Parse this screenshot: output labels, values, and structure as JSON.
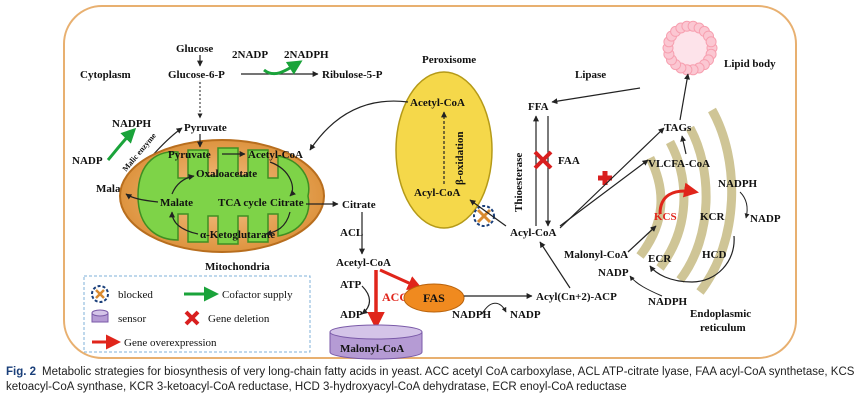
{
  "figure": {
    "compartments": {
      "cytoplasm": "Cytoplasm",
      "peroxisome": "Peroxisome",
      "mitochondria": "Mitochondria",
      "er": [
        "Endoplasmic",
        "reticulum"
      ],
      "lipid_body": "Lipid body"
    },
    "metabolites": {
      "glucose": "Glucose",
      "g6p": "Glucose-6-P",
      "ribulose": "Ribulose-5-P",
      "nadp_2": "2NADP",
      "nadph_2": "2NADPH",
      "nadph_top": "NADPH",
      "pyruvate_cyto": "Pyruvate",
      "nadp_left": "NADP",
      "malate_cyto": "Malate",
      "pyruvate_mito": "Pyruvate",
      "acetylcoa_mito": "Acetyl-CoA",
      "oxaloacetate": "Oxaloacetate",
      "malate_mito": "Malate",
      "tca": "TCA cycle",
      "citrate_mito": "Citrate",
      "akg": "α-Ketoglutarate",
      "citrate_cyto": "Citrate",
      "acl": "ACL",
      "acetylcoa_cyto": "Acetyl-CoA",
      "atp": "ATP",
      "adp": "ADP",
      "acc": "ACC",
      "fas": "FAS",
      "malonylcoa_sensor": "Malonyl-CoA",
      "nadph_fas": "NADPH",
      "nadp_fas": "NADP",
      "acyl_cn2_acp": "Acyl(Cn+2)-ACP",
      "acetylcoa_perox": "Acetyl-CoA",
      "beta_ox": "β-oxidation",
      "acylcoa_perox": "Acyl-CoA",
      "lipase": "Lipase",
      "ffa": "FFA",
      "faa": "FAA",
      "thioesterase": "Thioesterase",
      "acylcoa_main": "Acyl-CoA",
      "tags": "TAGs",
      "vlcfa": "VLCFA-CoA",
      "nadph_er1": "NADPH",
      "kcs": "KCS",
      "kcr": "KCR",
      "nadp_er1": "NADP",
      "malonylcoa_er": "Malonyl-CoA",
      "nadp_er2": "NADP",
      "ecr": "ECR",
      "hcd": "HCD",
      "nadph_er2": "NADPH",
      "malic_enzyme": "Malic enzyme"
    },
    "legend": {
      "blocked": "blocked",
      "cofactor": "Cofactor supply",
      "sensor": "sensor",
      "deletion": "Gene deletion",
      "overexpression": "Gene overexpression"
    },
    "colors": {
      "frame_border": "#e8b070",
      "mito_outer": "#d98a30",
      "mito_inner": "#7ed348",
      "peroxisome": "#f5d84a",
      "fas": "#f08a1f",
      "sensor": "#b59bd4",
      "er": "#cfc596",
      "lipid_body": "#f7a0b0",
      "cofactor_arrow": "#1aa33a",
      "overexpression_arrow": "#e0251b",
      "deletion_mark": "#d91f1f",
      "blocked_ring": "#1a3f7a"
    }
  },
  "caption": {
    "label": "Fig. 2",
    "text": "Metabolic strategies for biosynthesis of very long-chain fatty acids in yeast. ACC acetyl CoA carboxylase, ACL ATP-citrate lyase, FAA acyl-CoA synthetase, KCS ketoacyl-CoA synthase, KCR 3-ketoacyl-CoA reductase, HCD 3-hydroxyacyl-CoA dehydratase, ECR enoyl-CoA reductase"
  }
}
